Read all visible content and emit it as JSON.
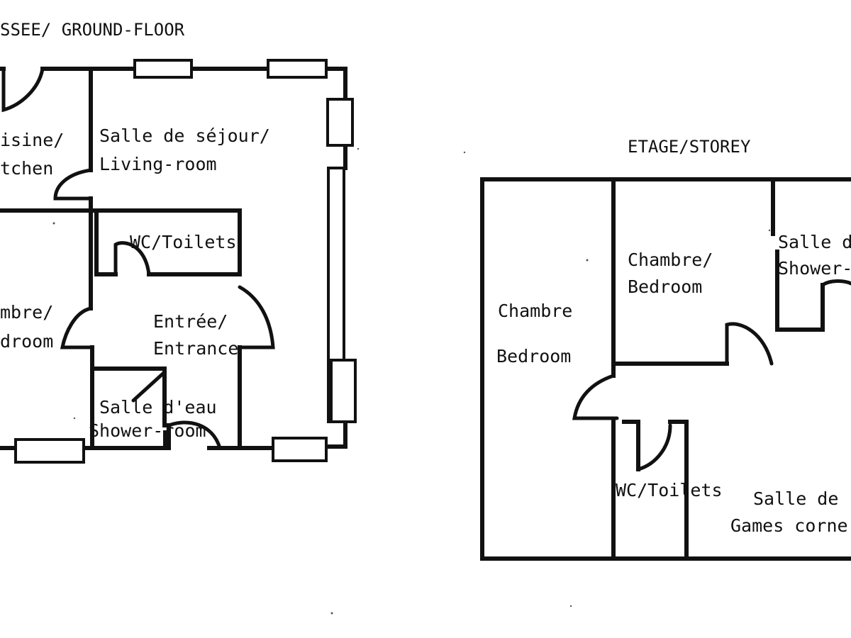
{
  "ground_floor": {
    "title": "SSEE/ GROUND-FLOOR",
    "rooms": {
      "kitchen": [
        "isine/",
        "tchen"
      ],
      "living": [
        "Salle de séjour/",
        "Living-room"
      ],
      "wc": "WC/Toilets",
      "bedroom": [
        "mbre/",
        "droom"
      ],
      "entrance": [
        "Entrée/",
        "Entrance"
      ],
      "shower": [
        "Salle d'eau",
        "Shower-room"
      ]
    }
  },
  "upper_floor": {
    "title": "ETAGE/STOREY",
    "rooms": {
      "bedroom_large": [
        "Chambre",
        "Bedroom"
      ],
      "bedroom_small": [
        "Chambre/",
        "Bedroom"
      ],
      "shower": [
        "Salle d",
        "Shower-"
      ],
      "wc": "WC/Toilets",
      "games": [
        "Salle de",
        "Games corne"
      ]
    }
  }
}
